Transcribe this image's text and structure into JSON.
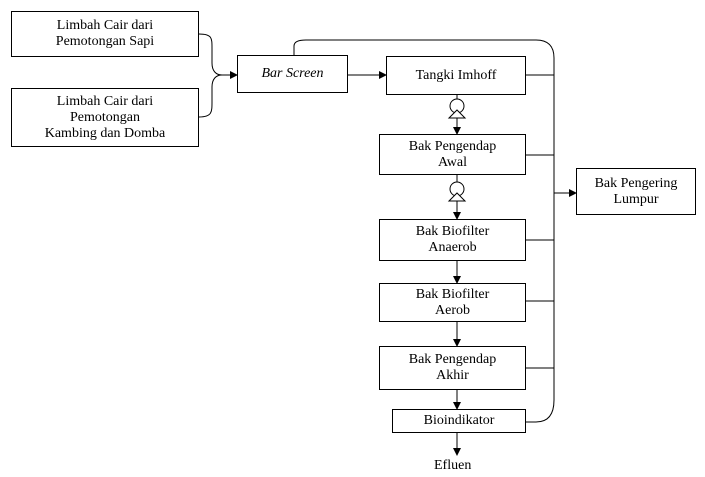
{
  "nodes": {
    "limbah_sapi": [
      "Limbah Cair dari",
      "Pemotongan Sapi"
    ],
    "limbah_kambing": [
      "Limbah Cair dari",
      "Pemotongan",
      "Kambing dan Domba"
    ],
    "bar_screen": [
      "Bar Screen"
    ],
    "tangki_imhoff": [
      "Tangki Imhoff"
    ],
    "bak_pengendap_awal": [
      "Bak Pengendap",
      "Awal"
    ],
    "bak_biofilter_anaerob": [
      "Bak Biofilter",
      "Anaerob"
    ],
    "bak_biofilter_aerob": [
      "Bak Biofilter",
      "Aerob"
    ],
    "bak_pengendap_akhir": [
      "Bak Pengendap",
      "Akhir"
    ],
    "bioindikator": [
      "Bioindikator"
    ],
    "bak_pengering_lumpur": [
      "Bak Pengering",
      "Lumpur"
    ]
  },
  "output_label": "Efluen",
  "edges": [
    [
      "limbah_sapi",
      "bar_screen"
    ],
    [
      "limbah_kambing",
      "bar_screen"
    ],
    [
      "bar_screen",
      "tangki_imhoff"
    ],
    [
      "tangki_imhoff",
      "bak_pengendap_awal"
    ],
    [
      "bak_pengendap_awal",
      "bak_biofilter_anaerob"
    ],
    [
      "bak_biofilter_anaerob",
      "bak_biofilter_aerob"
    ],
    [
      "bak_biofilter_aerob",
      "bak_pengendap_akhir"
    ],
    [
      "bak_pengendap_akhir",
      "bioindikator"
    ],
    [
      "bioindikator",
      "output"
    ],
    [
      "bar_screen",
      "bak_pengering_lumpur"
    ],
    [
      "tangki_imhoff",
      "bak_pengering_lumpur"
    ],
    [
      "bak_pengendap_awal",
      "bak_pengering_lumpur"
    ],
    [
      "bak_biofilter_anaerob",
      "bak_pengering_lumpur"
    ],
    [
      "bak_biofilter_aerob",
      "bak_pengering_lumpur"
    ],
    [
      "bak_pengendap_akhir",
      "bak_pengering_lumpur"
    ],
    [
      "bioindikator",
      "bak_pengering_lumpur"
    ]
  ]
}
